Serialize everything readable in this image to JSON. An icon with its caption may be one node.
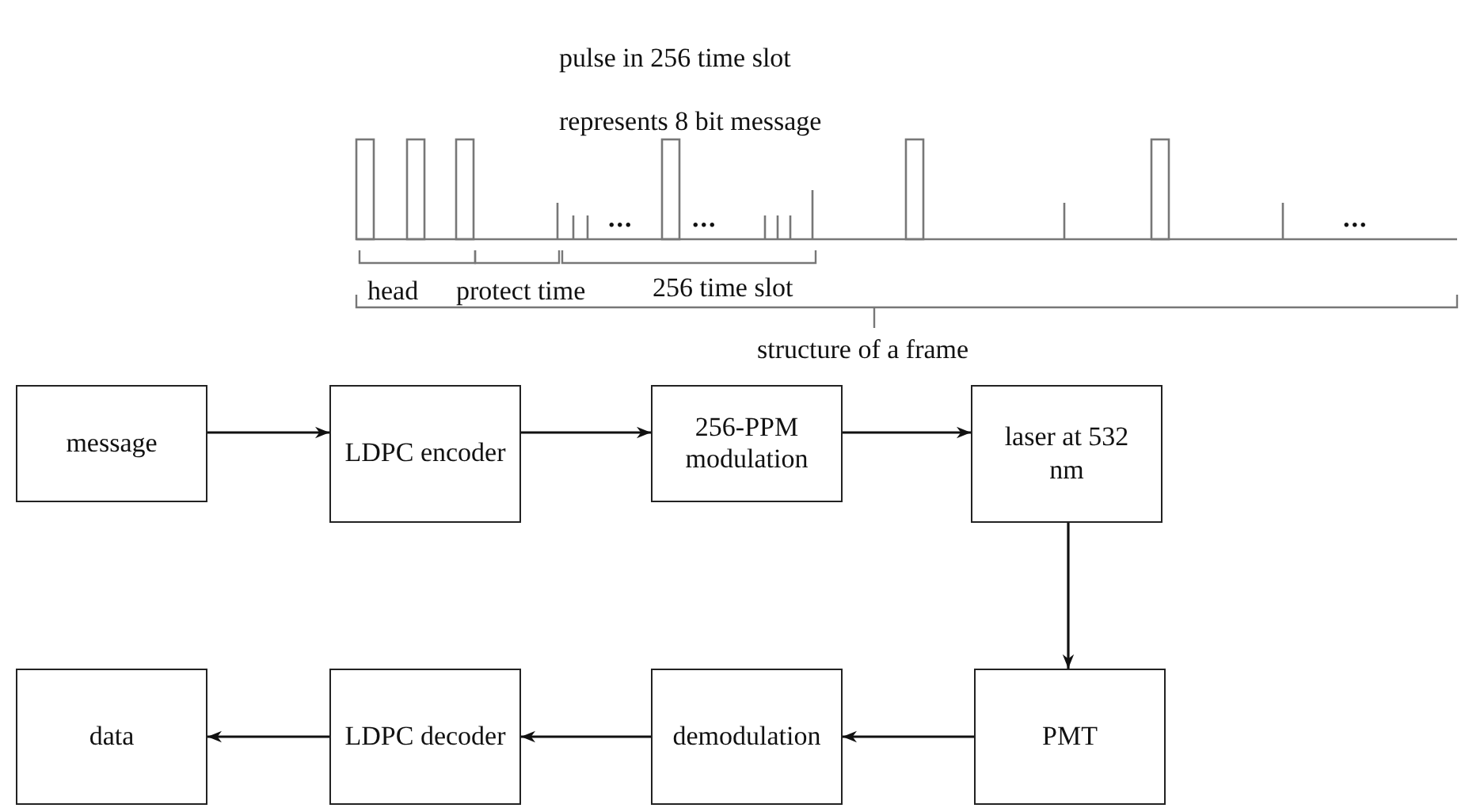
{
  "diagram": {
    "nodes": [
      {
        "text": [
          "message"
        ]
      },
      {
        "text": [
          "LDPC encoder"
        ]
      },
      {
        "text": [
          "256-PPM modulation"
        ]
      },
      {
        "text": [
          "laser at 532 nm"
        ]
      },
      {
        "text": [
          "PMT"
        ]
      },
      {
        "text": [
          "demodulation"
        ]
      },
      {
        "text": [
          "LDPC decoder"
        ]
      },
      {
        "text": [
          "data"
        ]
      }
    ],
    "edges": [
      {
        "from": 0,
        "to": 1,
        "arrow": "to"
      },
      {
        "from": 1,
        "to": 2,
        "arrow": "to"
      },
      {
        "from": 2,
        "to": 3,
        "arrow": "to"
      },
      {
        "from": 3,
        "to": 4,
        "arrow": "to"
      },
      {
        "from": 4,
        "to": 5,
        "arrow": "to"
      },
      {
        "from": 5,
        "to": 6,
        "arrow": "to"
      },
      {
        "from": 6,
        "to": 7,
        "arrow": "to"
      }
    ],
    "labels": [
      "pulse in 256 time slot",
      "represents 8 bit message",
      "...",
      "...",
      "...",
      "head",
      "protect time",
      "256 time slot",
      "structure of a frame"
    ]
  }
}
